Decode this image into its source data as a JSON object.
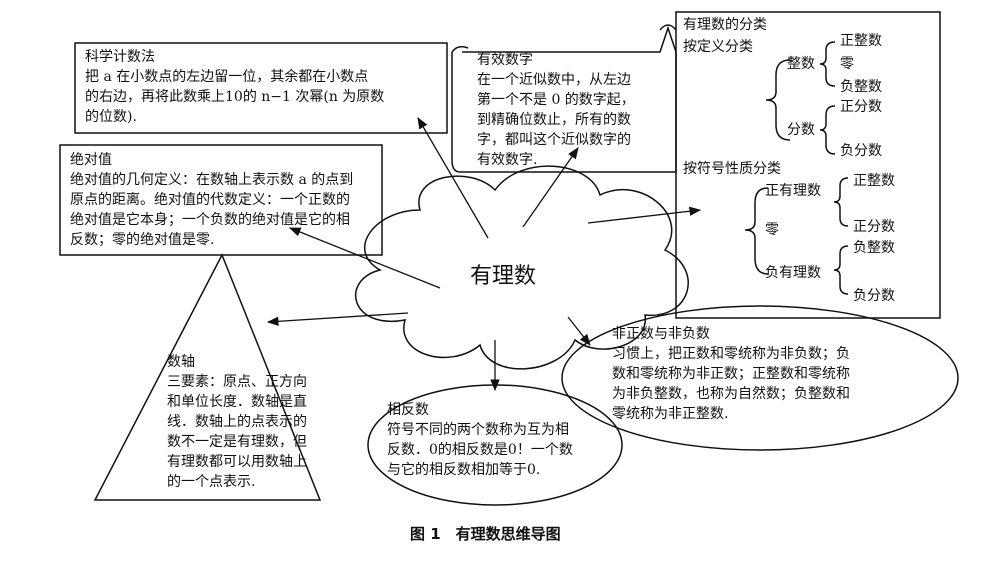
{
  "center": "有理数",
  "sci": {
    "title": "科学计数法",
    "body": "把 a 在小数点的左边留一位，其余都在小数点\n的右边，再将此数乘上10的 n−1 次幂(n 为原数\n的位数)."
  },
  "sig": {
    "title": "有效数字",
    "body": "在一个近似数中，从左边\n第一个不是 0 的数字起，\n到精确位数止，所有的数\n字，都叫这个近似数字的\n有效数字."
  },
  "abs": {
    "title": "绝对值",
    "body": "绝对值的几何定义：在数轴上表示数 a 的点到\n原点的距离。绝对值的代数定义：一个正数的\n绝对值是它本身；一个负数的绝对值是它的相\n反数；零的绝对值是零."
  },
  "axis": {
    "title": "数轴",
    "body": "三要素：原点、正方向\n和单位长度．数轴是直\n线．数轴上的点表示的\n数不一定是有理数，但\n有理数都可以用数轴上\n的一个点表示."
  },
  "opp": {
    "title": "相反数",
    "body": "符号不同的两个数称为互为相\n反数．0的相反数是0！一个数\n与它的相反数相加等于0."
  },
  "nonneg": {
    "title": "非正数与非负数",
    "body": "习惯上，把正数和零统称为非负数；负\n数和零统称为非正数；正整数和零统称\n为非负整数，也称为自然数；负整数和\n零统称为非正整数."
  },
  "cls": {
    "title": "有理数的分类",
    "by_def": "按定义分类",
    "integer": "整数",
    "pos_int": "正整数",
    "zero": "零",
    "neg_int": "负整数",
    "fraction": "分数",
    "pos_frac": "正分数",
    "neg_frac": "负分数",
    "by_sign": "按符号性质分类",
    "pos_rat": "正有理数",
    "pos_int2": "正整数",
    "pos_frac2": "正分数",
    "zero2": "零",
    "neg_rat": "负有理数",
    "neg_int2": "负整数",
    "neg_frac2": "负分数"
  },
  "caption": "图 1　有理数思维导图"
}
